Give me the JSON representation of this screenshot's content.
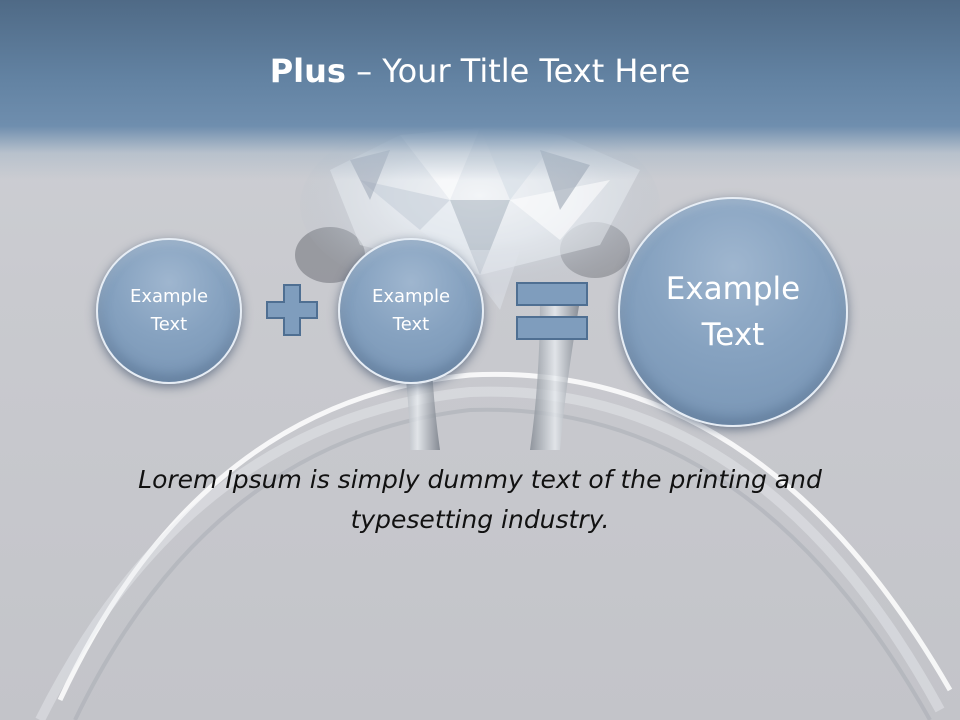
{
  "title": {
    "bold": "Plus",
    "rest": " – Your Title Text Here"
  },
  "circles": [
    {
      "label": "Example Text"
    },
    {
      "label": "Example Text"
    },
    {
      "label": "Example Text"
    }
  ],
  "body_text": "Lorem Ipsum is simply dummy text of the printing and typesetting industry.",
  "colors": {
    "header": "#5f7f9f",
    "circle_fill": "#86a2c0",
    "operator_fill": "#7f9dbd",
    "operator_stroke": "#4f6f92"
  },
  "icons": [
    "plus-icon",
    "equals-icon"
  ]
}
